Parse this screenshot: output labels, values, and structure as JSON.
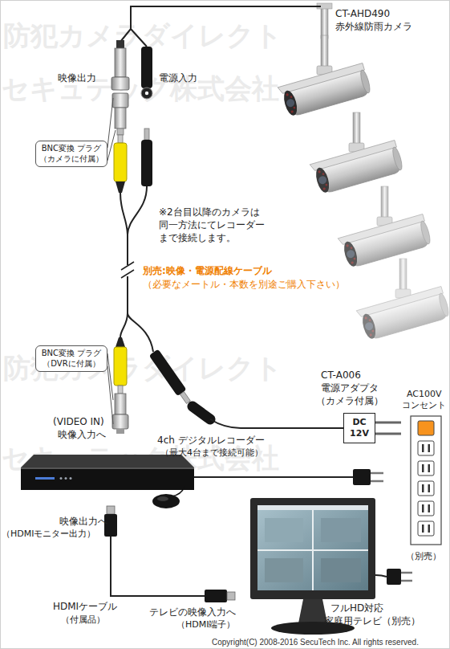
{
  "diagram": {
    "nodes": [
      {
        "text": [
          "BNC変換 プラグ （カメラに付属）"
        ]
      },
      {
        "text": [
          "BNC変換 プラグ （DVRに付属）"
        ]
      },
      {
        "text": [
          "DC 12V"
        ]
      }
    ],
    "labels": [
      "CT-AHD490",
      "赤外線防雨カメラ",
      "映像出力",
      "電源入力",
      "※2台目以降のカメラは 同一方法にてレコーダー まで接続します。",
      "別売:映像・電源配線ケーブル",
      "（必要なメートル・本数を別途ご購入下さい）",
      "(VIDEO IN)",
      "映像入力へ",
      "4ch デジタルレコーダー",
      "（最大4台まで接続可能）",
      "CT-A006",
      "電源アダプタ",
      "（カメラ付属）",
      "AC100V",
      "コンセント",
      "（別売）",
      "映像出力へ",
      "（HDMIモニター出力）",
      "HDMIケーブル",
      "（付属品）",
      "テレビの映像入力へ",
      "（HDMI端子）",
      "フルHD対応",
      "家庭用テレビ（別売）",
      "Copyright(C) 2008-2016 SecuTech Inc. All rights reserved.",
      "防犯カメラダイレクト",
      "セキュテック株式会社",
      "防犯カメラダイレクト",
      "セキュテック株式会社"
    ]
  }
}
